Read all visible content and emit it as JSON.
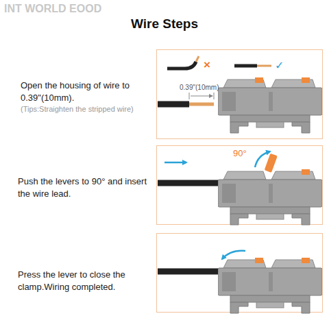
{
  "diagram": {
    "title": "Wire Steps",
    "labels": [
      "INT WORLD EOOD",
      "Open the housing of wire to 0.39\"(10mm).",
      "(Tips:Straighten the stripped wire)",
      "Push the levers to 90° and insert the wire lead.",
      "Press the lever to close the clamp.Wiring completed.",
      "×",
      "✓",
      "0.39\"(10mm)",
      "90°"
    ]
  }
}
